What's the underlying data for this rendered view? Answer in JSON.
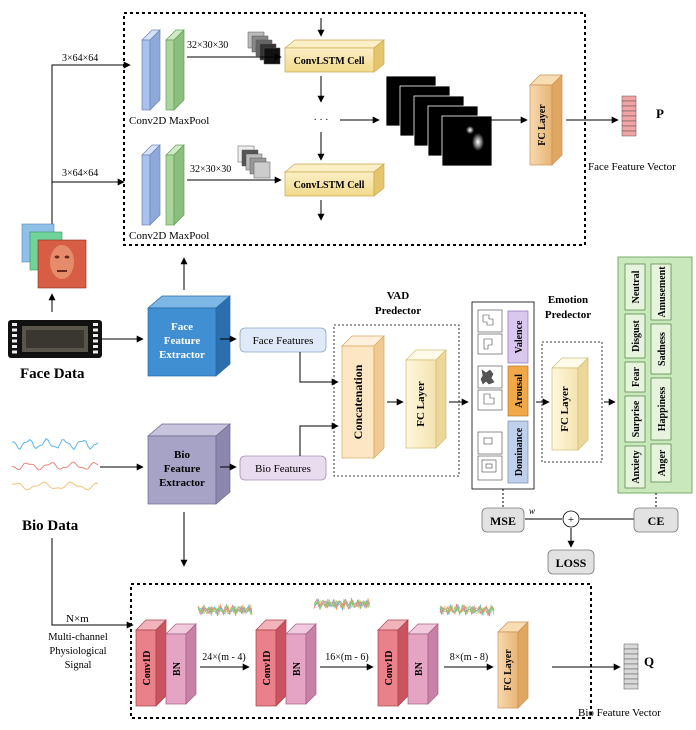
{
  "face_branch": {
    "input_dim_top": "3×64×64",
    "input_dim_bottom": "3×64×64",
    "conv_label_top": "Conv2D MaxPool",
    "conv_label_bottom": "Conv2D MaxPool",
    "feat_dim_top": "32×30×30",
    "feat_dim_bottom": "32×30×30",
    "convlstm_top": "ConvLSTM Cell",
    "convlstm_bottom": "ConvLSTM Cell",
    "ellipsis": "· · ·",
    "fc_label": "FC Layer",
    "vector_symbol": "P",
    "vector_caption": "Face Feature Vector"
  },
  "inputs": {
    "face_data": "Face Data",
    "bio_data": "Bio Data"
  },
  "extractors": {
    "face_line1": "Face",
    "face_line2": "Feature",
    "face_line3": "Extractor",
    "bio_line1": "Bio",
    "bio_line2": "Feature",
    "bio_line3": "Extractor"
  },
  "features": {
    "face": "Face Features",
    "bio": "Bio Features"
  },
  "vad": {
    "title_line1": "VAD",
    "title_line2": "Predector",
    "concat": "Concatenation",
    "fc": "FC Layer",
    "valence": "Valence",
    "arousal": "Arousal",
    "dominance": "Dominance"
  },
  "emotion": {
    "title_line1": "Emotion",
    "title_line2": "Predector",
    "fc": "FC Layer",
    "classes": [
      "Neutral",
      "Amusement",
      "Disgust",
      "Sadness",
      "Fear",
      "Happiness",
      "Surprise",
      "Anger",
      "Anxiety"
    ]
  },
  "loss": {
    "mse": "MSE",
    "w": "w",
    "plus": "+",
    "ce": "CE",
    "loss": "LOSS"
  },
  "bio_branch": {
    "nm": "N×m",
    "signal_line1": "Multi-channel",
    "signal_line2": "Physiological",
    "signal_line3": "Signal",
    "conv1d": "Conv1D",
    "bn": "BN",
    "dim1": "24×(m - 4)",
    "dim2": "16×(m - 6)",
    "dim3": "8×(m - 8)",
    "fc": "FC Layer",
    "vector_symbol": "Q",
    "vector_caption": "Bio Feature Vector"
  },
  "colors": {
    "conv_blue": "#a9c1ee",
    "maxpool_green": "#a8d69a",
    "convlstm": "#f6e4a6",
    "fc": "#f3c993",
    "extractor_face": "#3f8fd2",
    "extractor_bio": "#a7a3c7",
    "feature_face": "#dfe9f7",
    "feature_bio": "#e9dcef",
    "concat": "#fde6c4",
    "emotion_green": "#c9e8bb",
    "conv1d_red": "#e9808a",
    "bn_pink": "#e6a4c4",
    "vector_face": "#f2a4a4",
    "vector_bio": "#d9d9d9"
  }
}
